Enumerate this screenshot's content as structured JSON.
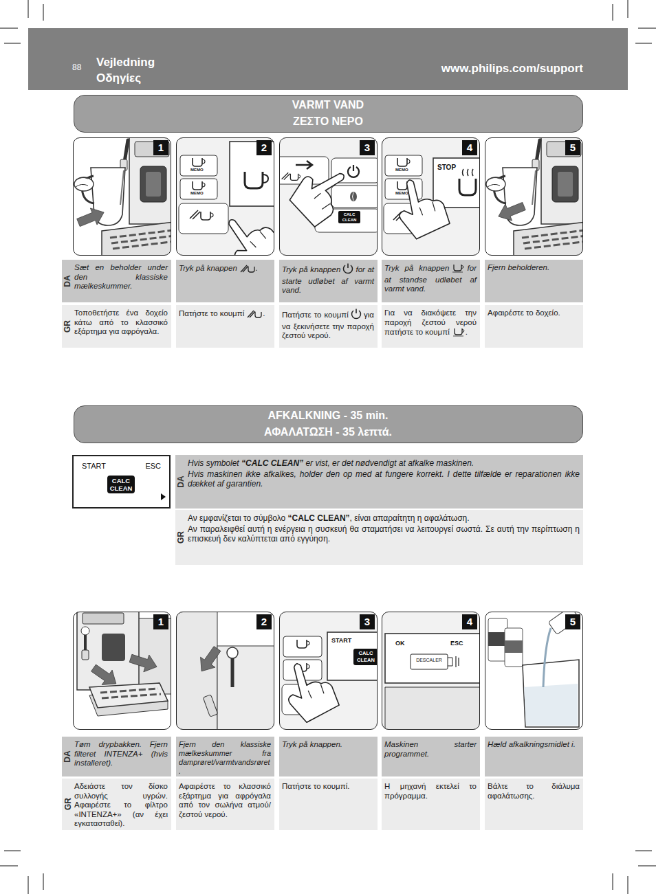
{
  "diagram": {
    "nodes": [
      {
        "text": [
          "88",
          "Vejledning",
          "Οδηγίες",
          "www.philips.com/support"
        ]
      },
      {
        "text": [
          "VARMT VAND",
          "ΖΕΣΤΟ ΝΕΡΟ"
        ]
      },
      {
        "text": [
          "1"
        ]
      },
      {
        "text": [
          "2"
        ]
      },
      {
        "text": [
          "3"
        ]
      },
      {
        "text": [
          "4"
        ]
      },
      {
        "text": [
          "5"
        ]
      },
      {
        "text": [
          "AFKALKNING - 35 min.",
          "ΑΦΑΛΑΤΩΣΗ - 35 λεπτά."
        ]
      },
      {
        "text": [
          "START",
          "ESC",
          "CALC CLEAN"
        ]
      },
      {
        "text": [
          "1"
        ]
      },
      {
        "text": [
          "2"
        ]
      },
      {
        "text": [
          "3"
        ]
      },
      {
        "text": [
          "4"
        ]
      },
      {
        "text": [
          "5"
        ]
      }
    ],
    "labels": [
      "MEMO",
      "MEMO",
      "CALC CLEAN",
      "MEMO",
      "STOP",
      "MEMO",
      "DA",
      "Sæt en beholder under den klassiske mælkeskummer.",
      "Tryk på knappen",
      ".",
      "Tryk på knappen",
      "for at starte udløbet af varmt vand.",
      "Tryk på knappen",
      "for at standse udløbet af varmt vand.",
      "Fjern beholderen.",
      "GR",
      "Τοποθετήστε ένα δοχείο κάτω από το κλασσικό εξάρτημα για αφρόγαλα.",
      "Πατήστε το κουμπί",
      ".",
      "Πατήστε το κουμπί",
      "για να ξεκινήσετε την παροχή ζεστού νερού.",
      "Για να διακόψετε την παροχή ζεστού νερού πατήστε το κουμπί",
      ".",
      "Αφαιρέστε το δοχείο.",
      "DA",
      "Hvis symbolet",
      "“CALC CLEAN”",
      "er vist, er det nødvendigt at afkalke maskinen.",
      "Hvis maskinen ikke afkalkes, holder den op med at fungere korrekt. I dette tilfælde er reparationen ikke dækket af garantien.",
      "GR",
      "Αν εμφανίζεται το σύμβολο",
      "“CALC CLEAN”",
      ", είναι απαραίτητη η αφαλάτωση.",
      "Αν παραλειφθεί αυτή η ενέργεια η συσκευή θα σταματήσει να λειτουργεί σωστά. Σε αυτή την περίπτωση η επισκευή δεν καλύπτεται από εγγύηση.",
      "START",
      "CALC CLEAN",
      "OK",
      "ESC",
      "DESCALER",
      "DA",
      "Tøm drypbakken. Fjern filteret INTENZA+ (hvis installeret).",
      "Fjern den klassiske mælkeskummer fra damprøret/varmtvandsrøret.",
      "Tryk på knappen.",
      "Maskinen starter programmet.",
      "Hæld afkalkningsmidlet i.",
      "GR",
      "Αδειάστε τον δίσκο συλλογής υγρών. Αφαιρέστε το φίλτρο «INTENZA+» (αν έχει εγκατασταθεί).",
      "Αφαιρέστε το κλασσικό εξάρτημα για αφρόγαλα από τον σωλήνα ατμού/ζεστού νερού.",
      "Πατήστε το κουμπί.",
      "Η μηχανή εκτελεί το πρόγραμμα.",
      "Βάλτε το διάλυμα αφαλάτωσης."
    ]
  }
}
